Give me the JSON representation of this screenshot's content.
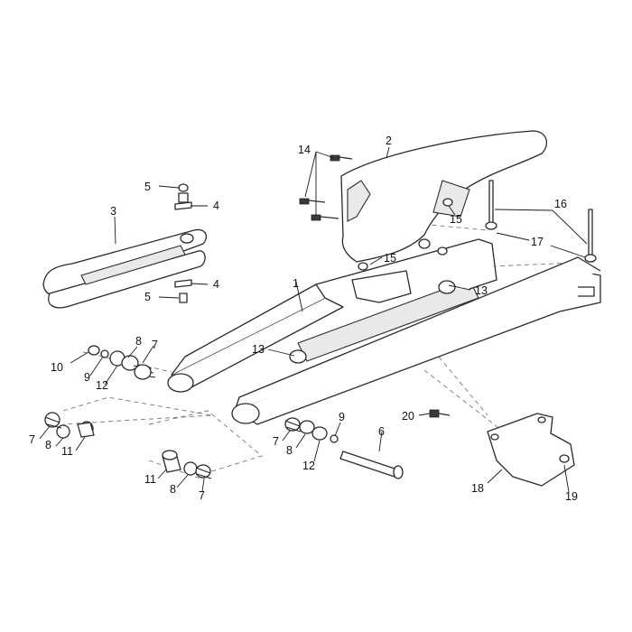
{
  "callouts": {
    "c1": "1",
    "c2": "2",
    "c3": "3",
    "c4a": "4",
    "c4b": "4",
    "c5a": "5",
    "c5b": "5",
    "c6": "6",
    "c7a": "7",
    "c7b": "7",
    "c7c": "7",
    "c7d": "7",
    "c8a": "8",
    "c8b": "8",
    "c8c": "8",
    "c8d": "8",
    "c9a": "9",
    "c9b": "9",
    "c10": "10",
    "c11a": "11",
    "c11b": "11",
    "c12a": "12",
    "c12b": "12",
    "c13a": "13",
    "c13b": "13",
    "c14": "14",
    "c15a": "15",
    "c15b": "15",
    "c16": "16",
    "c17": "17",
    "c18": "18",
    "c19": "19",
    "c20": "20"
  },
  "colors": {
    "line": "#2a2a2a",
    "background": "#ffffff",
    "dashed_guide": "#777777"
  }
}
